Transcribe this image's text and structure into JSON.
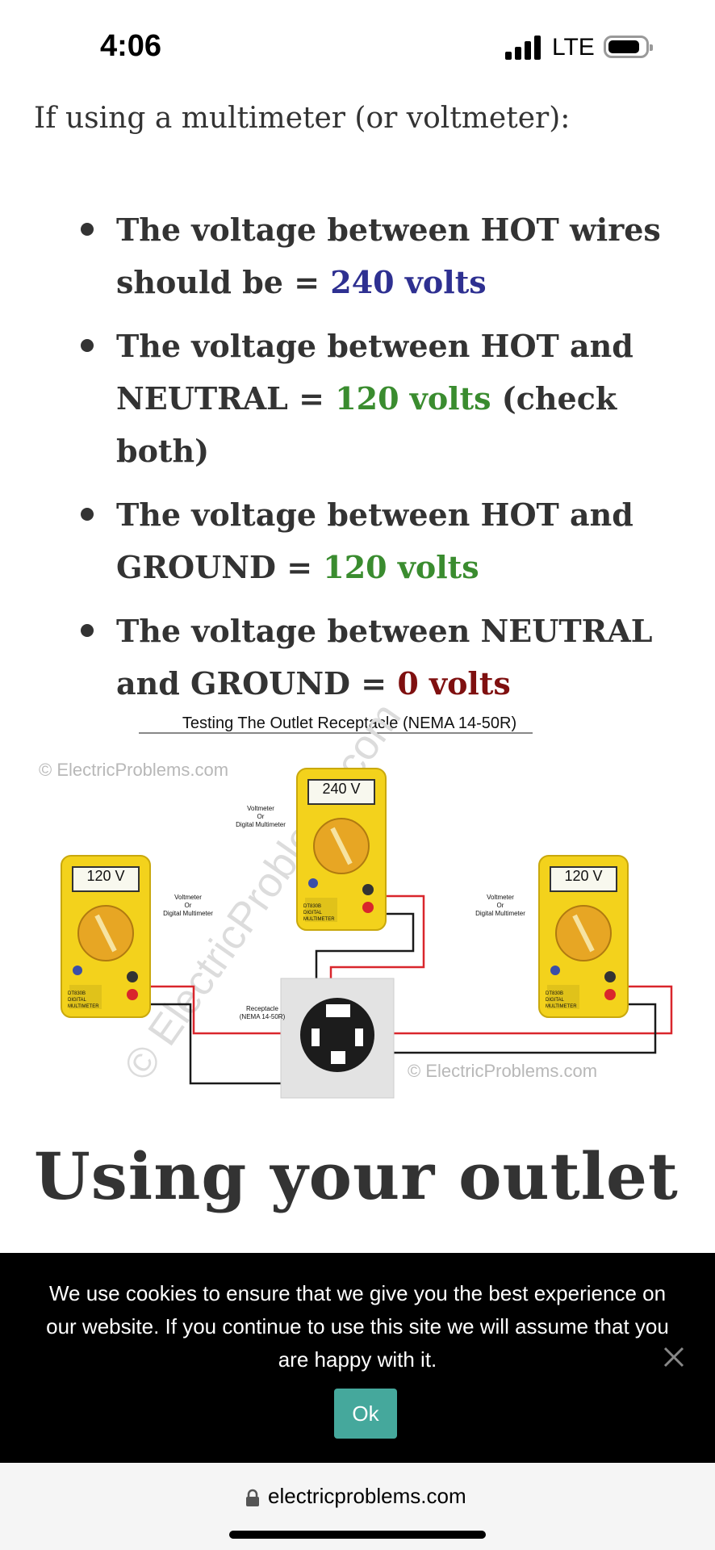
{
  "status": {
    "time": "4:06",
    "network": "LTE"
  },
  "article": {
    "intro": "If using a multimeter (or voltmeter):",
    "items": [
      {
        "text": "The voltage between HOT wires should be = ",
        "value": "240 volts",
        "suffix": ""
      },
      {
        "text": "The voltage between HOT and NEUTRAL = ",
        "value": "120 volts",
        "suffix": " (check both)"
      },
      {
        "text": "The voltage between HOT and GROUND = ",
        "value": "120 volts",
        "suffix": ""
      },
      {
        "text": "The voltage between NEUTRAL and GROUND = ",
        "value": "0 volts",
        "suffix": ""
      }
    ],
    "heading": "Using your outlet"
  },
  "diagram": {
    "title": "Testing The Outlet Receptacle (NEMA 14-50R)",
    "watermark": "© ElectricProblems.com",
    "watermark_diag": "© ElectricProblems.com",
    "meter_center_reading": "240 V",
    "meter_left_reading": "120 V",
    "meter_right_reading": "120 V",
    "meter_label_1": "Voltmeter",
    "meter_label_2": "Or",
    "meter_label_3": "Digital Multimeter",
    "meter_brand_1": "DT830B",
    "meter_brand_2": "DIGITAL",
    "meter_brand_3": "MULTIMETER",
    "receptacle_label_1": "Receptacle",
    "receptacle_label_2": "(NEMA 14-50R)",
    "colors": {
      "meter_yellow": "#f3d21c",
      "probe_red": "#d9262c",
      "wire_black": "#1a1a1a"
    }
  },
  "cookie": {
    "message": "We use cookies to ensure that we give you the best experience on our website. If you continue to use this site we will assume that you are happy with it.",
    "ok_label": "Ok"
  },
  "browser": {
    "url": "electricproblems.com"
  },
  "theme": {
    "blue": "#2e3091",
    "green": "#3a8c2f",
    "red": "#7f1010",
    "ok": "#45a89c"
  }
}
